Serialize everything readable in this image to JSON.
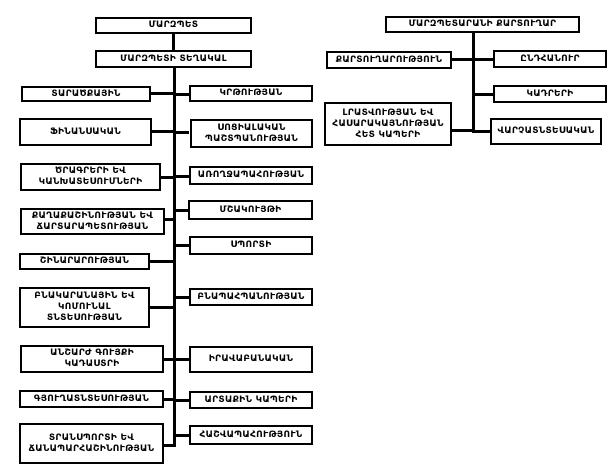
{
  "colors": {
    "background": "#ffffff",
    "box_border": "#000000",
    "connector": "#000000",
    "text": "#000000"
  },
  "marzpet_chart": {
    "root_label": "ՄԱՐԶՊԵՏ",
    "deputy_label": "ՄԱՐԶՊԵՏԻ ՏԵՂԱԿԱԼ",
    "departments_left": [
      "ՏԱՐԱԾՔԱՅԻՆ",
      "ՖԻՆԱՆՍԱԿԱՆ",
      "ԾՐԱԳՐԵՐԻ ԵՎ ԿԱՆԽԱՏԵՍՈՒՄՆԵՐԻ",
      "ՔԱՂԱՔԱՇԻՆՈՒԹՅԱՆ ԵՎ ՃԱՐՏԱՐԱՊԵՏՈՒԹՅԱՆ",
      "ՇԻՆԱՐԱՐՈՒԹՅԱՆ",
      "ԲՆԱԿԱՐԱՆԱՅԻՆ ԵՎ ԿՈՄՈՒՆԱԼ ՏՆՏԵՍՈՒԹՅԱՆ",
      "ԱՆՇԱՐԺ ԳՈՒՅՔԻ ԿԱԴԱՍՏՐԻ",
      "ԳՅՈՒՂԱՏՆՏԵՍՈՒԹՅԱՆ",
      "ՏՐԱՆՍՊՈՐՏԻ ԵՎ ՃԱՆԱՊԱՐՀԱՇԻՆՈՒԹՅԱՆ"
    ],
    "departments_right": [
      "ԿՐԹՈՒԹՅԱՆ",
      "ՍՈՑԻԱԼԱԿԱՆ ՊԱՇՏՊԱՆՈՒԹՅԱՆ",
      "ԱՌՈՂՋԱՊԱՀՈՒԹՅԱՆ",
      "ՄՇԱԿՈՒՅԹԻ",
      "ՍՊՈՐՏԻ",
      "ԲՆԱՊԱՀՊԱՆՈՒԹՅԱՆ",
      "ԻՐԱՎԱԲԱՆԱԿԱՆ",
      "ԱՐՏԱՔԻՆ ԿԱՊԵՐԻ",
      "ՀԱՇՎԱՊԱՀՈՒԹՅՈՒՆ"
    ]
  },
  "secretary_chart": {
    "root_label": "ՄԱՐԶՊԵՏԱՐԱՆԻ ՔԱՐՏՈՒՂԱՐ",
    "departments_left": [
      "ՔԱՐՏՈՒՂԱՐՈՒԹՅՈՒՆ",
      "ԼՐԱՏՎՈՒԹՅԱՆ ԵՎ ՀԱՍԱՐԱԿԱՅՆՈՒԹՅԱՆ ՀԵՏ ԿԱՊԵՐԻ"
    ],
    "departments_right": [
      "ԸՆԴՀԱՆՈՒՐ",
      "ԿԱԴՐԵՐԻ",
      "ՎԱՐՉԱՏՆՏԵՍԱԿԱՆ"
    ]
  }
}
